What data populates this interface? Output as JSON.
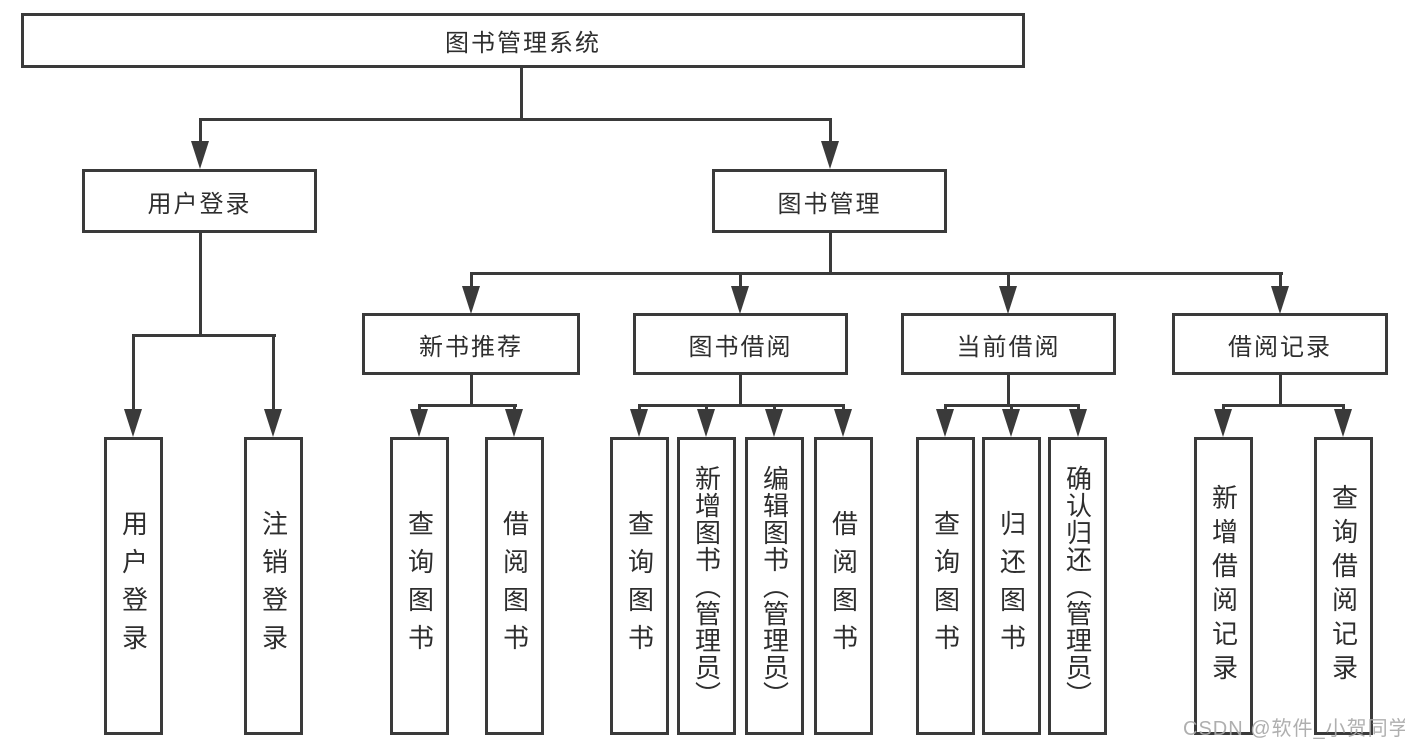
{
  "colors": {
    "line": "#3a3a3a",
    "text": "#2e2e2e",
    "box_bg": "#ffffff",
    "watermark": "#a9a9a9"
  },
  "root": {
    "label": "图书管理系统"
  },
  "branches": [
    {
      "label": "用户登录",
      "children": [
        "用户登录",
        "注销登录"
      ]
    },
    {
      "label": "图书管理",
      "groups": [
        {
          "label": "新书推荐",
          "children": [
            "查询图书",
            "借阅图书"
          ]
        },
        {
          "label": "图书借阅",
          "children": [
            "查询图书",
            "新增图书（管理员）",
            "编辑图书（管理员）",
            "借阅图书"
          ]
        },
        {
          "label": "当前借阅",
          "children": [
            "查询图书",
            "归还图书",
            "确认归还（管理员）"
          ]
        },
        {
          "label": "借阅记录",
          "children": [
            "新增借阅记录",
            "查询借阅记录"
          ]
        }
      ]
    }
  ],
  "watermark": "CSDN @软件_小贺同学"
}
